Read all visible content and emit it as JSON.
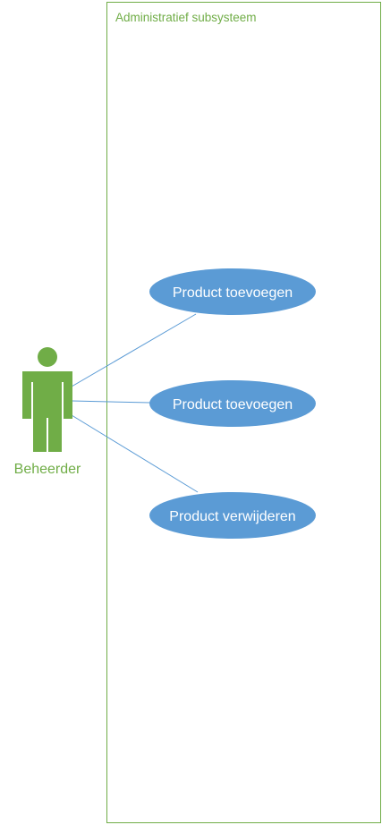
{
  "colors": {
    "actor": "#70ad47",
    "system_border": "#70ad47",
    "system_title": "#70ad47",
    "usecase_fill": "#5b9bd5",
    "usecase_text": "#ffffff",
    "association": "#5b9bd5"
  },
  "system": {
    "title": "Administratief subsysteem"
  },
  "actor": {
    "label": "Beheerder",
    "icon": "stick-figure-person-icon"
  },
  "use_cases": [
    {
      "label": "Product toevoegen"
    },
    {
      "label": "Product toevoegen"
    },
    {
      "label": "Product verwijderen"
    }
  ]
}
